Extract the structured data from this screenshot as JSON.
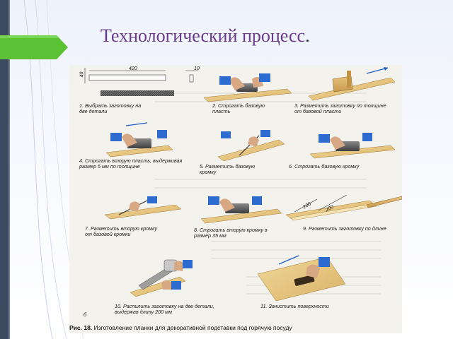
{
  "slide": {
    "title": "Технологический процесс",
    "title_end": ".",
    "colors": {
      "title": "#6a3a8c",
      "tab": "#5bc236",
      "sidebar": "#3b4a5e"
    }
  },
  "figure": {
    "dimensions": {
      "length": "420",
      "height": "40",
      "thickness": "10",
      "len_a": "200",
      "len_b": "200"
    },
    "steps": [
      {
        "n": "1",
        "text": "1. Выбрать заготовку на две детали"
      },
      {
        "n": "2",
        "text": "2. Строгать базовую пласть"
      },
      {
        "n": "3",
        "text": "3. Разметить заготовку по толщине от базовой пласти"
      },
      {
        "n": "4",
        "text": "4. Строгать вторую пласть, выдерживая размер 5 мм по толщине"
      },
      {
        "n": "5",
        "text": "5. Разметить базовую кромку"
      },
      {
        "n": "6",
        "text": "6. Строгать базовую кромку"
      },
      {
        "n": "7",
        "text": "7. Разметить вторую кромку от базовой кромки"
      },
      {
        "n": "8",
        "text": "8. Строгать вторую кромку в размер 35 мм"
      },
      {
        "n": "9",
        "text": "9. Разметить заготовку по длине"
      },
      {
        "n": "10",
        "text": "10. Распилить заготовку на две детали, выдержав длину 200 мм"
      },
      {
        "n": "11",
        "text": "11. Зачистить поверхности"
      }
    ],
    "letter_b": "б",
    "caption_label": "Рис. 18.",
    "caption_text": "Изготовление планки для декоративной подставки под горячую посуду"
  }
}
